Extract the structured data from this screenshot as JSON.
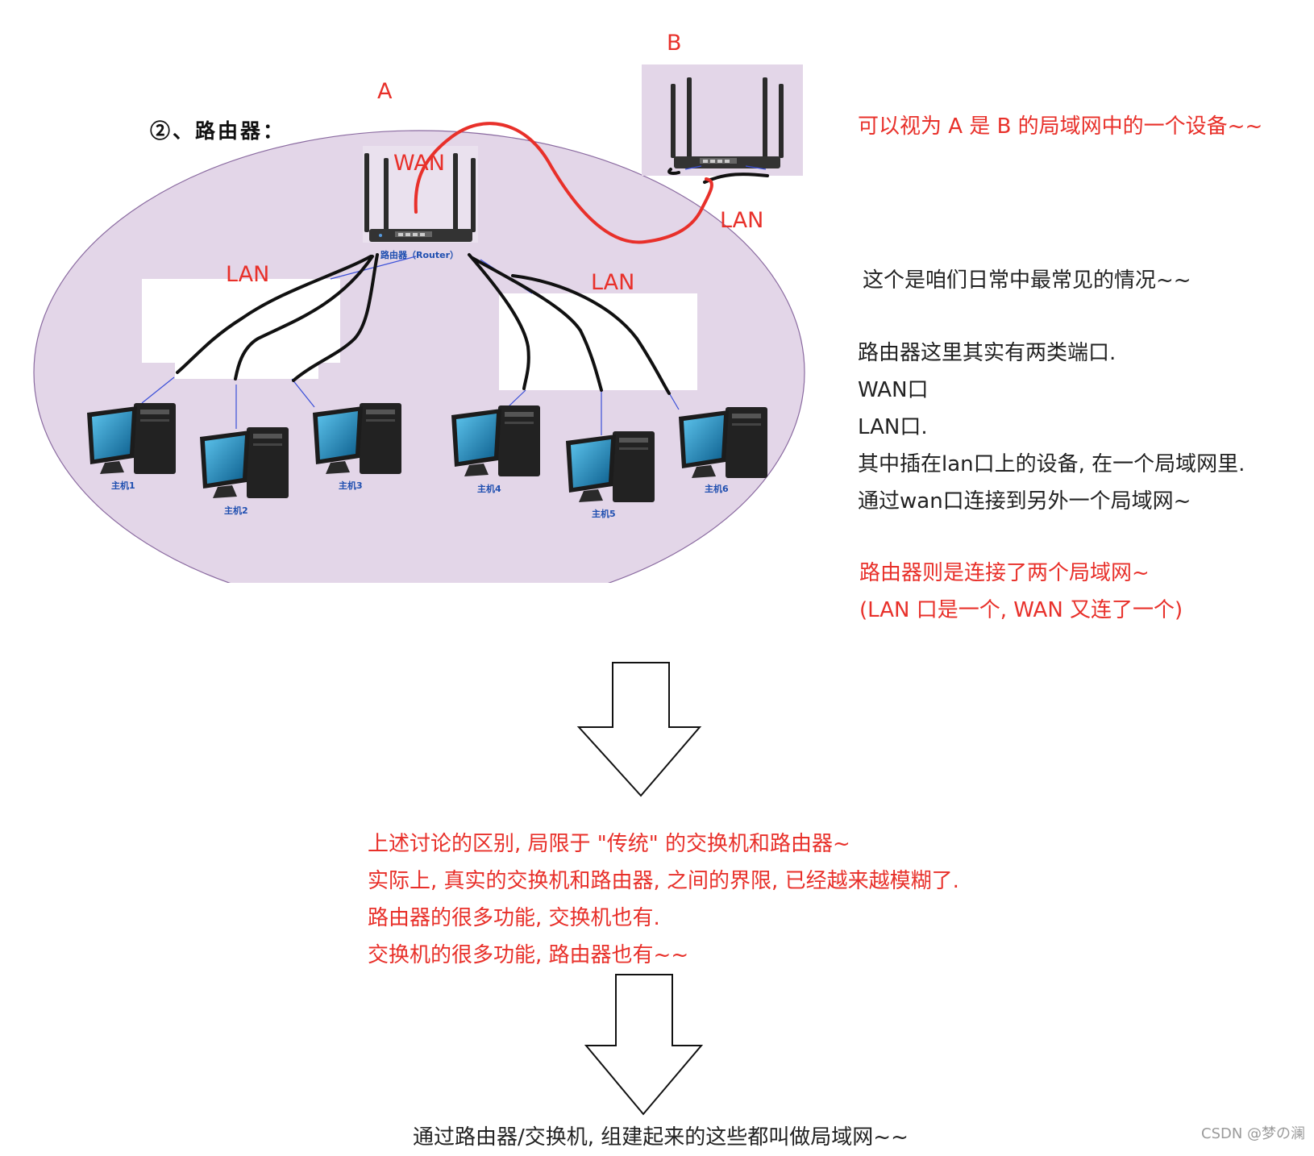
{
  "labels": {
    "a": "A",
    "b": "B",
    "title": "②、路由器：",
    "wan": "WAN",
    "lan_left": "LAN",
    "lan_right": "LAN",
    "lan_b": "LAN",
    "router_caption": "路由器（Router）"
  },
  "hosts": [
    "主机1",
    "主机2",
    "主机3",
    "主机4",
    "主机5",
    "主机6"
  ],
  "notes": {
    "a_in_b": "可以视为 A 是 B 的局域网中的一个设备~~",
    "common": "这个是咱们日常中最常见的情况~~",
    "ports": [
      "路由器这里其实有两类端口.",
      "WAN口",
      "LAN口.",
      "其中插在lan口上的设备, 在一个局域网里.",
      "通过wan口连接到另外一个局域网~"
    ],
    "two_lans": [
      "路由器则是连接了两个局域网~",
      "(LAN 口是一个, WAN 又连了一个)"
    ]
  },
  "middle_text": [
    "上述讨论的区别, 局限于 \"传统\" 的交换机和路由器~",
    "实际上, 真实的交换机和路由器, 之间的界限, 已经越来越模糊了.",
    "路由器的很多功能, 交换机也有.",
    "交换机的很多功能, 路由器也有~~"
  ],
  "conclusion": "通过路由器/交换机, 组建起来的这些都叫做局域网~~",
  "watermark": "CSDN @梦の澜",
  "colors": {
    "ellipse_fill": "#e3d6e8",
    "ellipse_stroke": "#8a6aa0",
    "red_text": "#e8302a",
    "blue_link": "#3a4fd8",
    "host_label": "#1f4fb0"
  }
}
